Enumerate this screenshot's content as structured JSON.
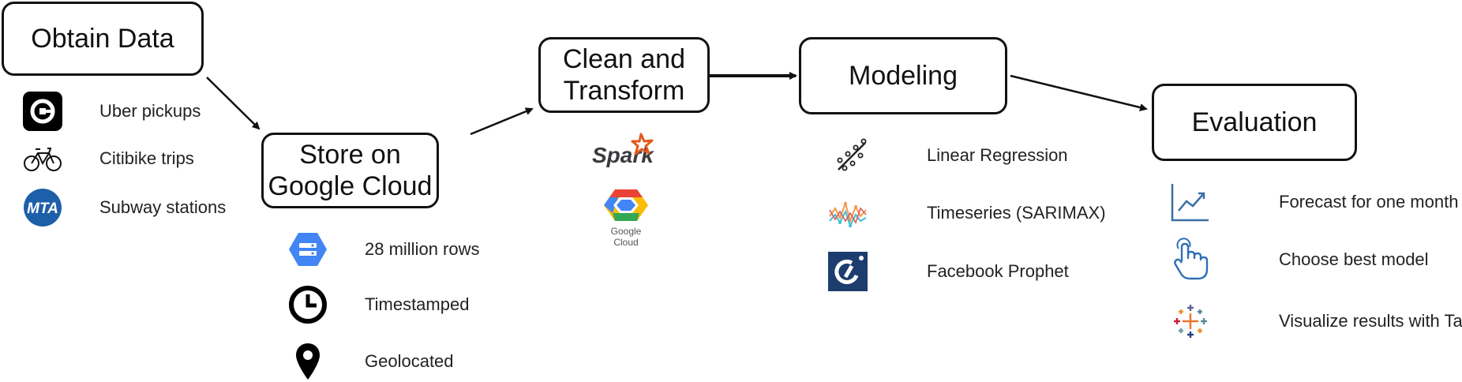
{
  "steps": {
    "obtain": "Obtain Data",
    "store": "Store on\nGoogle Cloud",
    "clean": "Clean and\nTransform",
    "modeling": "Modeling",
    "evaluation": "Evaluation"
  },
  "obtain_items": [
    {
      "label": "Uber pickups",
      "icon": "uber-logo"
    },
    {
      "label": "Citibike trips",
      "icon": "bicycle-icon"
    },
    {
      "label": "Subway stations",
      "icon": "mta-logo"
    }
  ],
  "store_items": [
    {
      "label": "28 million rows",
      "icon": "cloud-storage-icon"
    },
    {
      "label": "Timestamped",
      "icon": "clock-icon"
    },
    {
      "label": "Geolocated",
      "icon": "location-pin-icon"
    }
  ],
  "clean_logos": {
    "spark": "Spark",
    "google_cloud": "Google Cloud"
  },
  "modeling_items": [
    {
      "label": "Linear Regression",
      "icon": "regression-icon"
    },
    {
      "label": "Timeseries (SARIMAX)",
      "icon": "timeseries-icon"
    },
    {
      "label": "Facebook Prophet",
      "icon": "prophet-logo"
    }
  ],
  "evaluation_items": [
    {
      "label": "Forecast for one month",
      "icon": "trend-chart-icon"
    },
    {
      "label": "Choose best model",
      "icon": "hand-pointer-icon"
    },
    {
      "label": "Visualize results with Tableau",
      "icon": "tableau-logo"
    }
  ],
  "colors": {
    "google_blue": "#4285F4",
    "mta_blue": "#1d5fa8",
    "spark_orange": "#e25a1c",
    "prophet_navy": "#1c3d6e",
    "hand_blue": "#2f6fb6",
    "chart_blue": "#3b6ea5"
  }
}
